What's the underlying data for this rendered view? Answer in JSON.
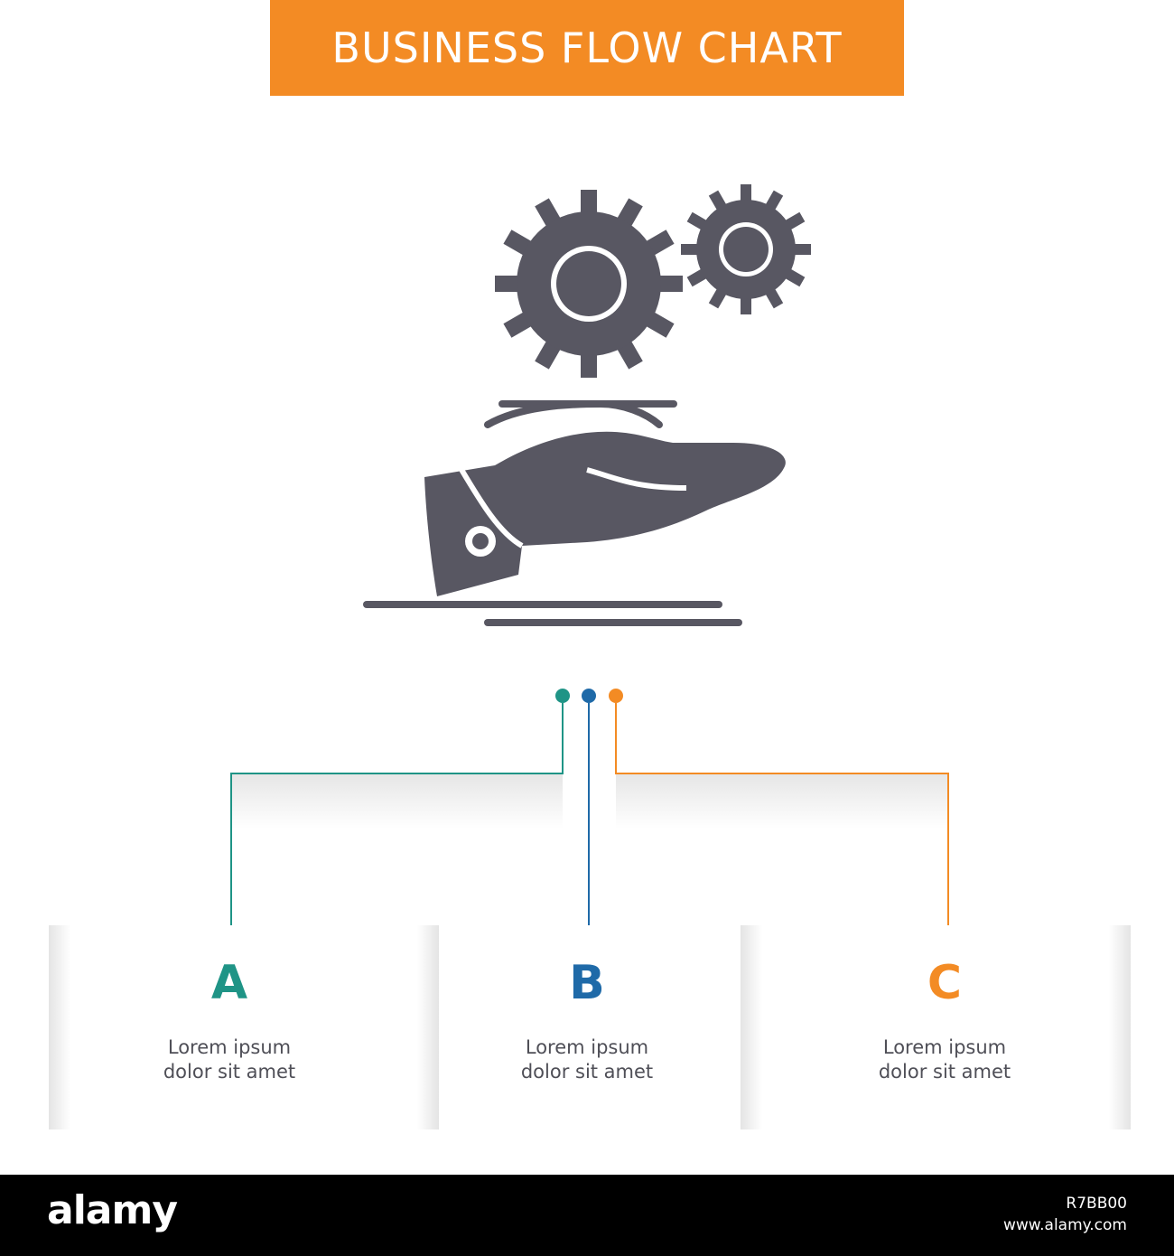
{
  "title": "BUSINESS FLOW CHART",
  "colors": {
    "accent": "#f38b24",
    "icon": "#585762",
    "teal": "#1f9486",
    "blue": "#1f6aa8",
    "orange": "#f38b24"
  },
  "icon_name": "hand-with-gears-icon",
  "steps": [
    {
      "letter": "A",
      "text_line1": "Lorem ipsum",
      "text_line2": "dolor sit amet",
      "color": "#1f9486"
    },
    {
      "letter": "B",
      "text_line1": "Lorem ipsum",
      "text_line2": "dolor sit amet",
      "color": "#1f6aa8"
    },
    {
      "letter": "C",
      "text_line1": "Lorem ipsum",
      "text_line2": "dolor sit amet",
      "color": "#f38b24"
    }
  ],
  "footer": {
    "brand": "alamy",
    "image_id": "R7BB00",
    "site": "www.alamy.com"
  }
}
